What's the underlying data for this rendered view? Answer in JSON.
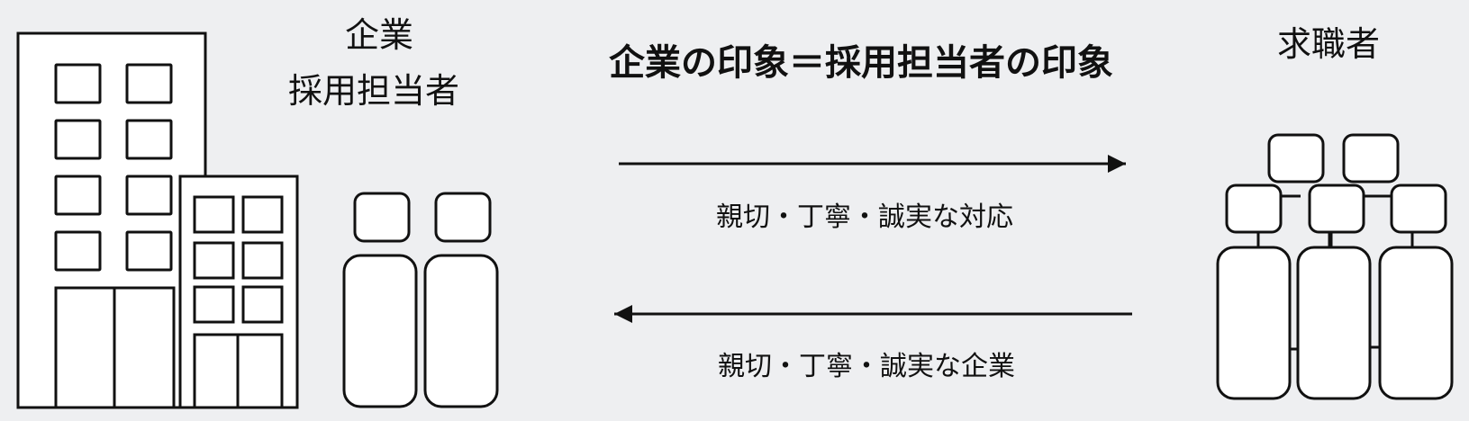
{
  "company": {
    "line1": "企業",
    "line2": "採用担当者"
  },
  "headline": "企業の印象＝採用担当者の印象",
  "job_seeker": "求職者",
  "arrows": {
    "top_label": "親切・丁寧・誠実な対応",
    "bottom_label": "親切・丁寧・誠実な企業"
  },
  "colors": {
    "background": "#eeeff1",
    "stroke": "#111111",
    "fill": "#ffffff"
  },
  "icons": {
    "company": "office-buildings-icon",
    "recruiters": "two-people-icon",
    "seekers": "group-of-people-icon"
  }
}
